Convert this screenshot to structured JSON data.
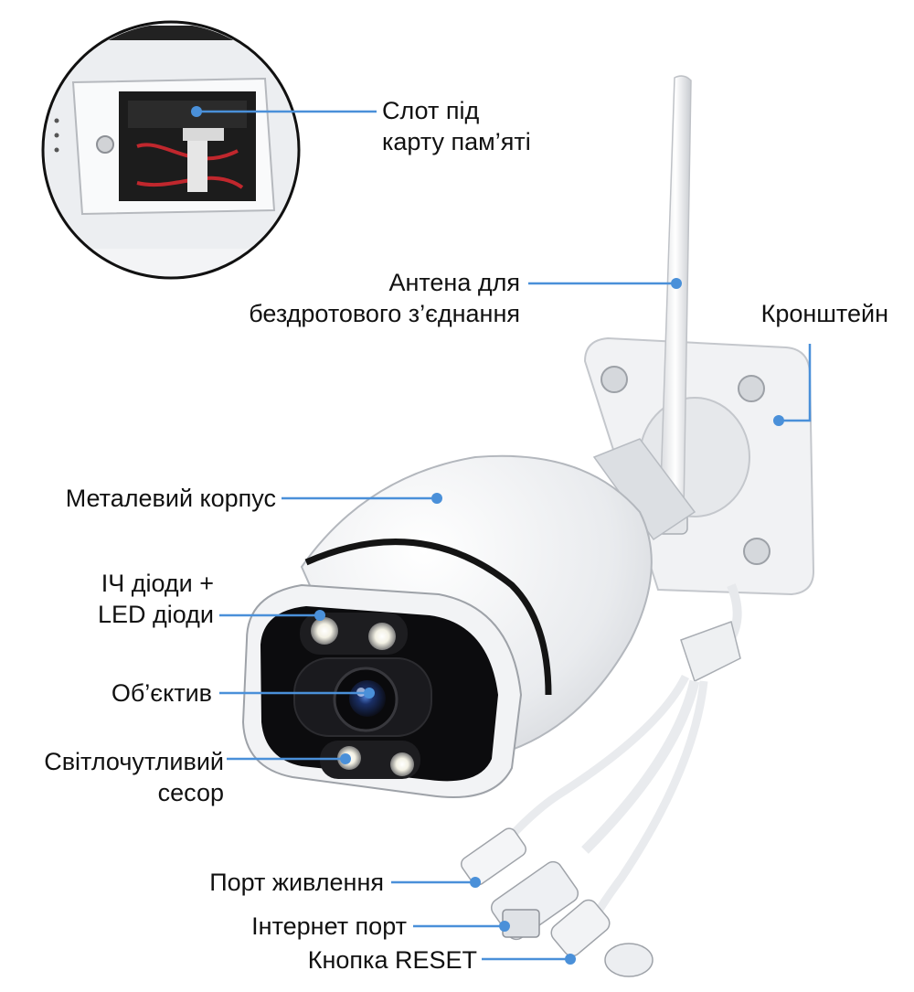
{
  "labels": {
    "memory_slot": {
      "line1": "Слот під",
      "line2": "карту пам’яті"
    },
    "antenna": {
      "line1": "Антена для",
      "line2": "бездротового з’єднання"
    },
    "bracket": {
      "line1": "Кронштейн"
    },
    "metal_body": {
      "line1": "Металевий корпус"
    },
    "ir_led": {
      "line1": "ІЧ діоди +",
      "line2": "LED діоди"
    },
    "lens": {
      "line1": "Об’єктив"
    },
    "light_sensor": {
      "line1": "Світлочутливий",
      "line2": "сесор"
    },
    "power_port": {
      "line1": "Порт живлення"
    },
    "internet_port": {
      "line1": "Інтернет порт"
    },
    "reset_button": {
      "line1": "Кнопка RESET"
    }
  },
  "colors": {
    "leader_line": "#4a90d9",
    "text": "#111111",
    "camera_body": "#eef0f3",
    "camera_front": "#0c0c0e"
  }
}
